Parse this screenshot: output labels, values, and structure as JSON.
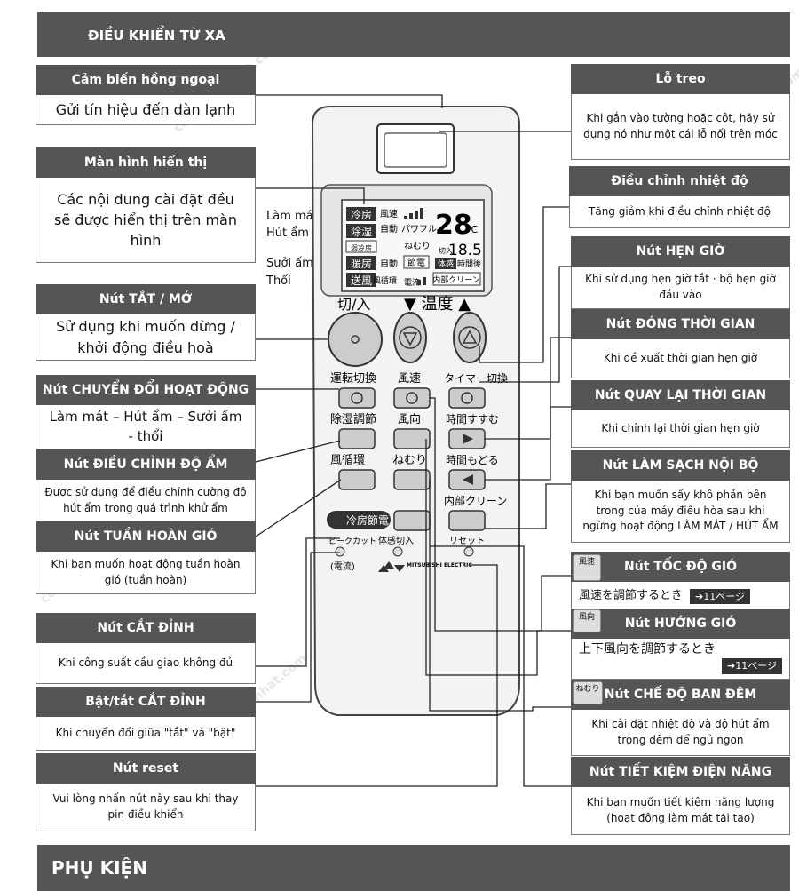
{
  "header_title": "ĐIỀU KHIỂN TỪ XA",
  "footer_title": "PHỤ KIỆN",
  "watermark": "congnghenhat.com",
  "left": [
    {
      "title": "Cảm biến hồng ngoại",
      "desc": "Gửi tín hiệu đến dàn lạnh"
    },
    {
      "title": "Màn hình hiển thị",
      "desc": "Các nội dung cài đặt đều sẽ được hiển thị trên màn hình"
    },
    {
      "title": "Nút TẮT / MỞ",
      "desc": "Sử dụng khi muốn dừng / khởi động điều hoà"
    },
    {
      "title": "Nút CHUYỂN ĐỔI HOẠT ĐỘNG",
      "desc": "Làm mát – Hút ẩm – Sưởi ấm - thổi"
    },
    {
      "title": "Nút ĐIỀU CHỈNH ĐỘ ẨM",
      "desc": "Được sử dụng để điều chỉnh cường độ hút ẩm trong quá trình khử ẩm"
    },
    {
      "title": "Nút TUẦN HOÀN GIÓ",
      "desc": "Khi bạn muốn hoạt động tuần hoàn gió (tuần hoàn)"
    },
    {
      "title": "Nút CẮT ĐỈNH",
      "desc": "Khi công suất cầu giao không đủ"
    },
    {
      "title": "Bật/tắt CẮT ĐỈNH",
      "desc": "Khi chuyển đổi giữa \"tắt\" và \"bật\""
    },
    {
      "title": "Nút reset",
      "desc": "Vui lòng nhấn nút này sau khi thay pin điều khiển"
    }
  ],
  "right": [
    {
      "title": "Lỗ treo",
      "desc": "Khi gắn vào tường hoặc cột, hãy sử dụng nó như một cái lỗ nối trên móc"
    },
    {
      "title": "Điều chỉnh nhiệt độ",
      "desc": "Tăng giảm khi điều chỉnh nhiệt độ"
    },
    {
      "title": "Nút HẸN GIỜ",
      "desc": "Khi sử dụng hẹn giờ tắt · bộ hẹn giờ đầu vào"
    },
    {
      "title": "Nút ĐÓNG THỜI GIAN",
      "desc": "Khi đề xuất thời gian hẹn giờ"
    },
    {
      "title": "Nút QUAY LẠI THỜI GIAN",
      "desc": "Khi chỉnh lại thời gian hẹn giờ"
    },
    {
      "title": "Nút LÀM SẠCH NỘI BỘ",
      "desc": "Khi bạn muốn sấy khô phần bên trong của máy điều hòa sau khi ngừng hoạt động LÀM MÁT / HÚT ẨM"
    },
    {
      "title": "Nút TỐC ĐỘ GIÓ",
      "desc": "風速を調節するとき",
      "badge": "➔11ページ",
      "icon": "風速"
    },
    {
      "title": "Nút HƯỚNG GIÓ",
      "desc": "上下風向を調節するとき",
      "badge": "➔11ページ",
      "icon": "風向"
    },
    {
      "title": "Nút CHẾ ĐỘ BAN ĐÊM",
      "desc": "Khi cài đặt nhiệt độ và độ hút ẩm trong đêm để ngủ ngon",
      "icon": "ねむり"
    },
    {
      "title": "Nút TIẾT KIỆM ĐIỆN NĂNG",
      "desc": "Khi bạn muốn tiết kiệm năng lượng (hoạt động làm mát tái tạo)"
    }
  ],
  "mode_labels": [
    "Làm mát",
    "Hút ẩm",
    "Sưởi ấm",
    "Thổi"
  ],
  "remote": {
    "display": {
      "modes": [
        "冷房",
        "除湿",
        "弱冷房",
        "暖房",
        "送風"
      ],
      "col2": [
        "風速",
        "自動",
        "自動",
        "風循環"
      ],
      "col3": [
        "パワフル",
        "ねむり",
        "節電",
        "電流"
      ],
      "temp": "28",
      "unit": "℃",
      "sub": "18.5",
      "tags": [
        "体感",
        "時間後",
        "内部クリーン"
      ],
      "entry": "切入"
    },
    "power_label": "切/入",
    "temp_label": "▼ 温度 ▲",
    "btn_mode": "運転切換",
    "btn_fan": "風速",
    "btn_timer": "タイマー切換",
    "btn_dehum": "除湿調節",
    "btn_dir": "風向",
    "btn_time_fwd": "時間すすむ",
    "btn_circ": "風循環",
    "btn_sleep": "ねむり",
    "btn_time_back": "時間もどる",
    "btn_clean": "内部クリーン",
    "btn_eco": "冷房節電",
    "peak_cut": "ピークカット",
    "sensor": "体感切入",
    "reset": "リセット",
    "peak_sub": "(電流)",
    "brand": "MITSUBISHI ELECTRIC"
  }
}
